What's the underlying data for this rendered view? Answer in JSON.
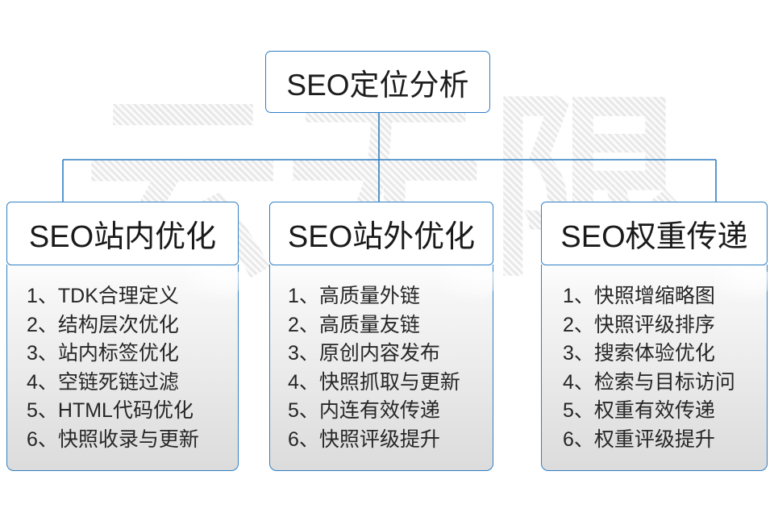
{
  "diagram": {
    "title": "SEO定位分析",
    "watermark": "云无限",
    "accent_color": "#2f7fc4",
    "root": {
      "label": "SEO定位分析"
    },
    "columns": [
      {
        "header": "SEO站内优化",
        "items": [
          {
            "index": "1、",
            "text": "TDK合理定义"
          },
          {
            "index": "2、",
            "text": "结构层次优化"
          },
          {
            "index": "3、",
            "text": "站内标签优化"
          },
          {
            "index": "4、",
            "text": "空链死链过滤"
          },
          {
            "index": "5、",
            "text": "HTML代码优化"
          },
          {
            "index": "6、",
            "text": "快照收录与更新"
          }
        ]
      },
      {
        "header": "SEO站外优化",
        "items": [
          {
            "index": "1、",
            "text": "高质量外链"
          },
          {
            "index": "2、",
            "text": "高质量友链"
          },
          {
            "index": "3、",
            "text": "原创内容发布"
          },
          {
            "index": "4、",
            "text": "快照抓取与更新"
          },
          {
            "index": "5、",
            "text": "内连有效传递"
          },
          {
            "index": "6、",
            "text": "快照评级提升"
          }
        ]
      },
      {
        "header": "SEO权重传递",
        "items": [
          {
            "index": "1、",
            "text": "快照增缩略图"
          },
          {
            "index": "2、",
            "text": "快照评级排序"
          },
          {
            "index": "3、",
            "text": "搜索体验优化"
          },
          {
            "index": "4、",
            "text": "检索与目标访问"
          },
          {
            "index": "5、",
            "text": "权重有效传递"
          },
          {
            "index": "6、",
            "text": "权重评级提升"
          }
        ]
      }
    ]
  }
}
